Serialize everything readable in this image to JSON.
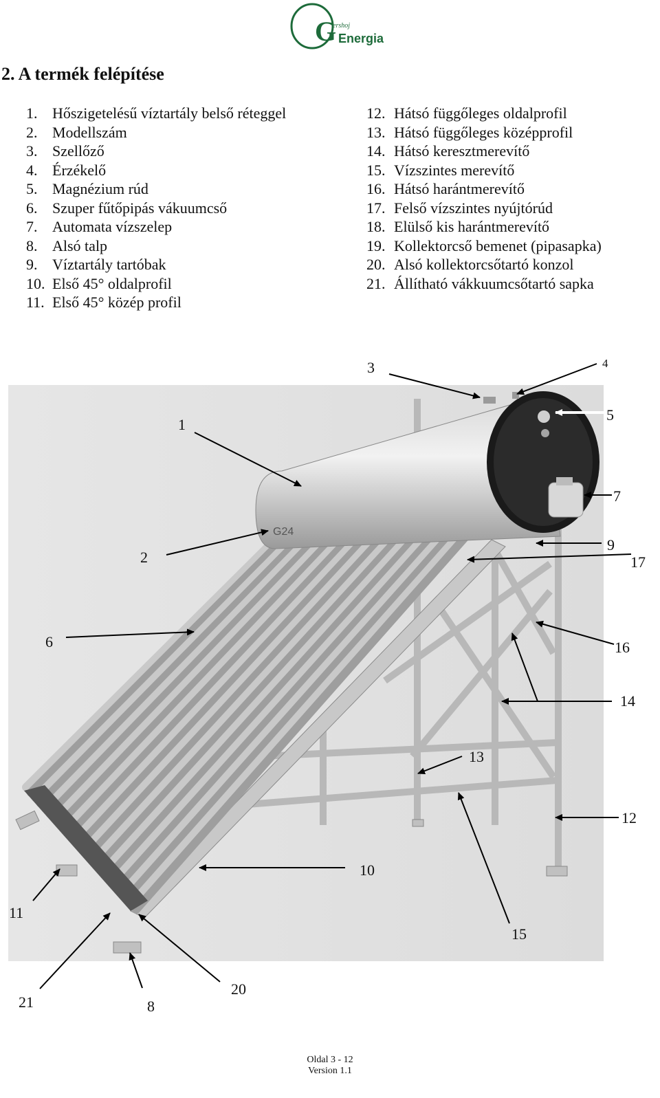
{
  "logo": {
    "initial": "G",
    "top_word": "ershoj",
    "main_word": "Energia"
  },
  "section_title": "2. A termék felépítése",
  "parts_left": [
    {
      "num": "1.",
      "label": "Hőszigetelésű víztartály belső réteggel"
    },
    {
      "num": "2.",
      "label": "Modellszám"
    },
    {
      "num": "3.",
      "label": "Szellőző"
    },
    {
      "num": "4.",
      "label": "Érzékelő"
    },
    {
      "num": "5.",
      "label": "Magnézium rúd"
    },
    {
      "num": "6.",
      "label": "Szuper fűtőpipás vákuumcső"
    },
    {
      "num": "7.",
      "label": "Automata vízszelep"
    },
    {
      "num": "8.",
      "label": "Alsó talp"
    },
    {
      "num": "9.",
      "label": "Víztartály tartóbak"
    },
    {
      "num": "10.",
      "label": "Első 45° oldalprofil"
    },
    {
      "num": "11.",
      "label": "Első 45° közép profil"
    }
  ],
  "parts_right": [
    {
      "num": "12.",
      "label": "Hátsó függőleges oldalprofil"
    },
    {
      "num": "13.",
      "label": "Hátsó függőleges középprofil"
    },
    {
      "num": "14.",
      "label": "Hátsó keresztmerevítő"
    },
    {
      "num": "15.",
      "label": "Vízszintes merevítő"
    },
    {
      "num": "16.",
      "label": "Hátsó harántmerevítő"
    },
    {
      "num": "17.",
      "label": "Felső vízszintes nyújtórúd"
    },
    {
      "num": "18.",
      "label": "Elülső kis harántmerevítő"
    },
    {
      "num": "19.",
      "label": "Kollektorcső bemenet (pipasapka)"
    },
    {
      "num": "20.",
      "label": "Alsó kollektorcsőtartó konzol"
    },
    {
      "num": "21.",
      "label": "Állítható vákkuumcsőtartó sapka"
    }
  ],
  "figure": {
    "model_label": "G24",
    "callouts": [
      "3",
      "4",
      "1",
      "5",
      "7",
      "2",
      "9",
      "17",
      "6",
      "16",
      "14",
      "13",
      "12",
      "10",
      "11",
      "15",
      "21",
      "8",
      "20"
    ]
  },
  "footer": {
    "page": "Oldal 3 - 12",
    "version": "Version 1.1"
  }
}
